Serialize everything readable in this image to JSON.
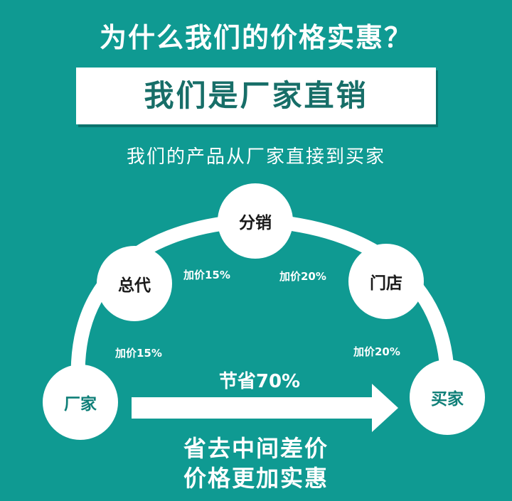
{
  "title": "为什么我们的价格实惠？",
  "banner": "我们是厂家直销",
  "subtitle": "我们的产品从厂家直接到买家",
  "nodes": {
    "factory": "厂家",
    "general_agent": "总代",
    "distributor": "分销",
    "store": "门店",
    "buyer": "买家"
  },
  "markups": {
    "factory_to_agent": "加价15%",
    "agent_to_distributor": "加价15%",
    "distributor_to_store": "加价20%",
    "store_to_buyer": "加价20%"
  },
  "saving": "节省70%",
  "footer": {
    "line1": "省去中间差价",
    "line2": "价格更加实惠"
  },
  "colors": {
    "background": "#0f9a92",
    "banner_text": "#176e68",
    "white": "#ffffff"
  }
}
